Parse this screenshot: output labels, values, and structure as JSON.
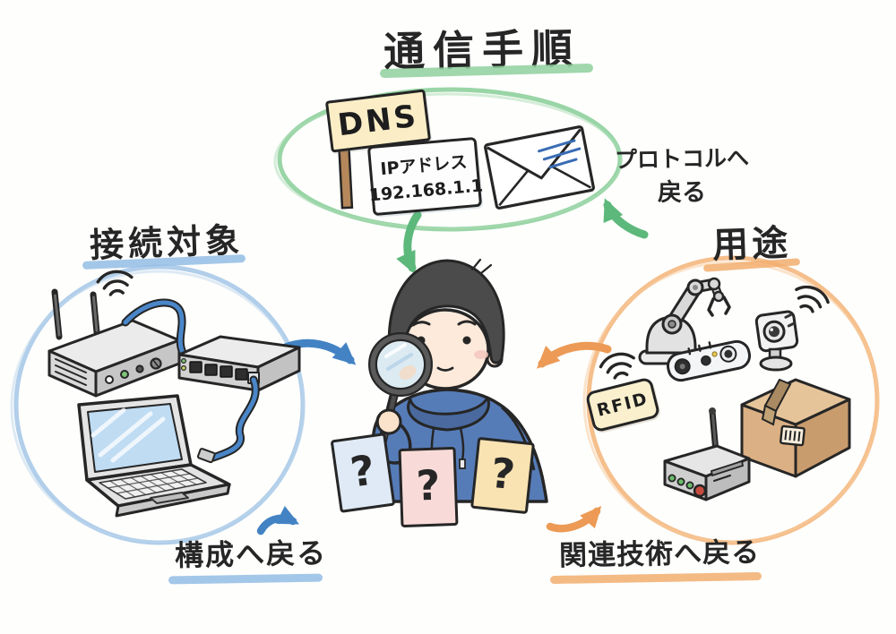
{
  "sections": {
    "procedure": {
      "title": "通信手順",
      "dns_sign": "DNS",
      "ip_card": {
        "line1": "IPアドレス",
        "line2": "192.168.1.1"
      },
      "note_line1": "プロトコルへ",
      "note_line2": "戻る"
    },
    "targets": {
      "title": "接続対象",
      "note": "構成へ戻る"
    },
    "uses": {
      "title": "用途",
      "rfid_label": "RFID",
      "note": "関連技術へ戻る"
    },
    "center": {
      "cards": [
        {
          "mark": "?"
        },
        {
          "mark": "?"
        },
        {
          "mark": "?"
        }
      ]
    }
  },
  "colors": {
    "green_arrow": "#5db87b",
    "blue_arrow": "#4383c4",
    "orange_arrow": "#ec9a55",
    "green_ellipse": "#8ed09c",
    "blue_ellipse": "#a8c9e8",
    "orange_ellipse": "#f4b87f",
    "hoodie_blue": "#567cb8",
    "card_blue": "#dfeaf6",
    "card_pink": "#f8dbd8",
    "card_yellow": "#f9e3b2"
  }
}
